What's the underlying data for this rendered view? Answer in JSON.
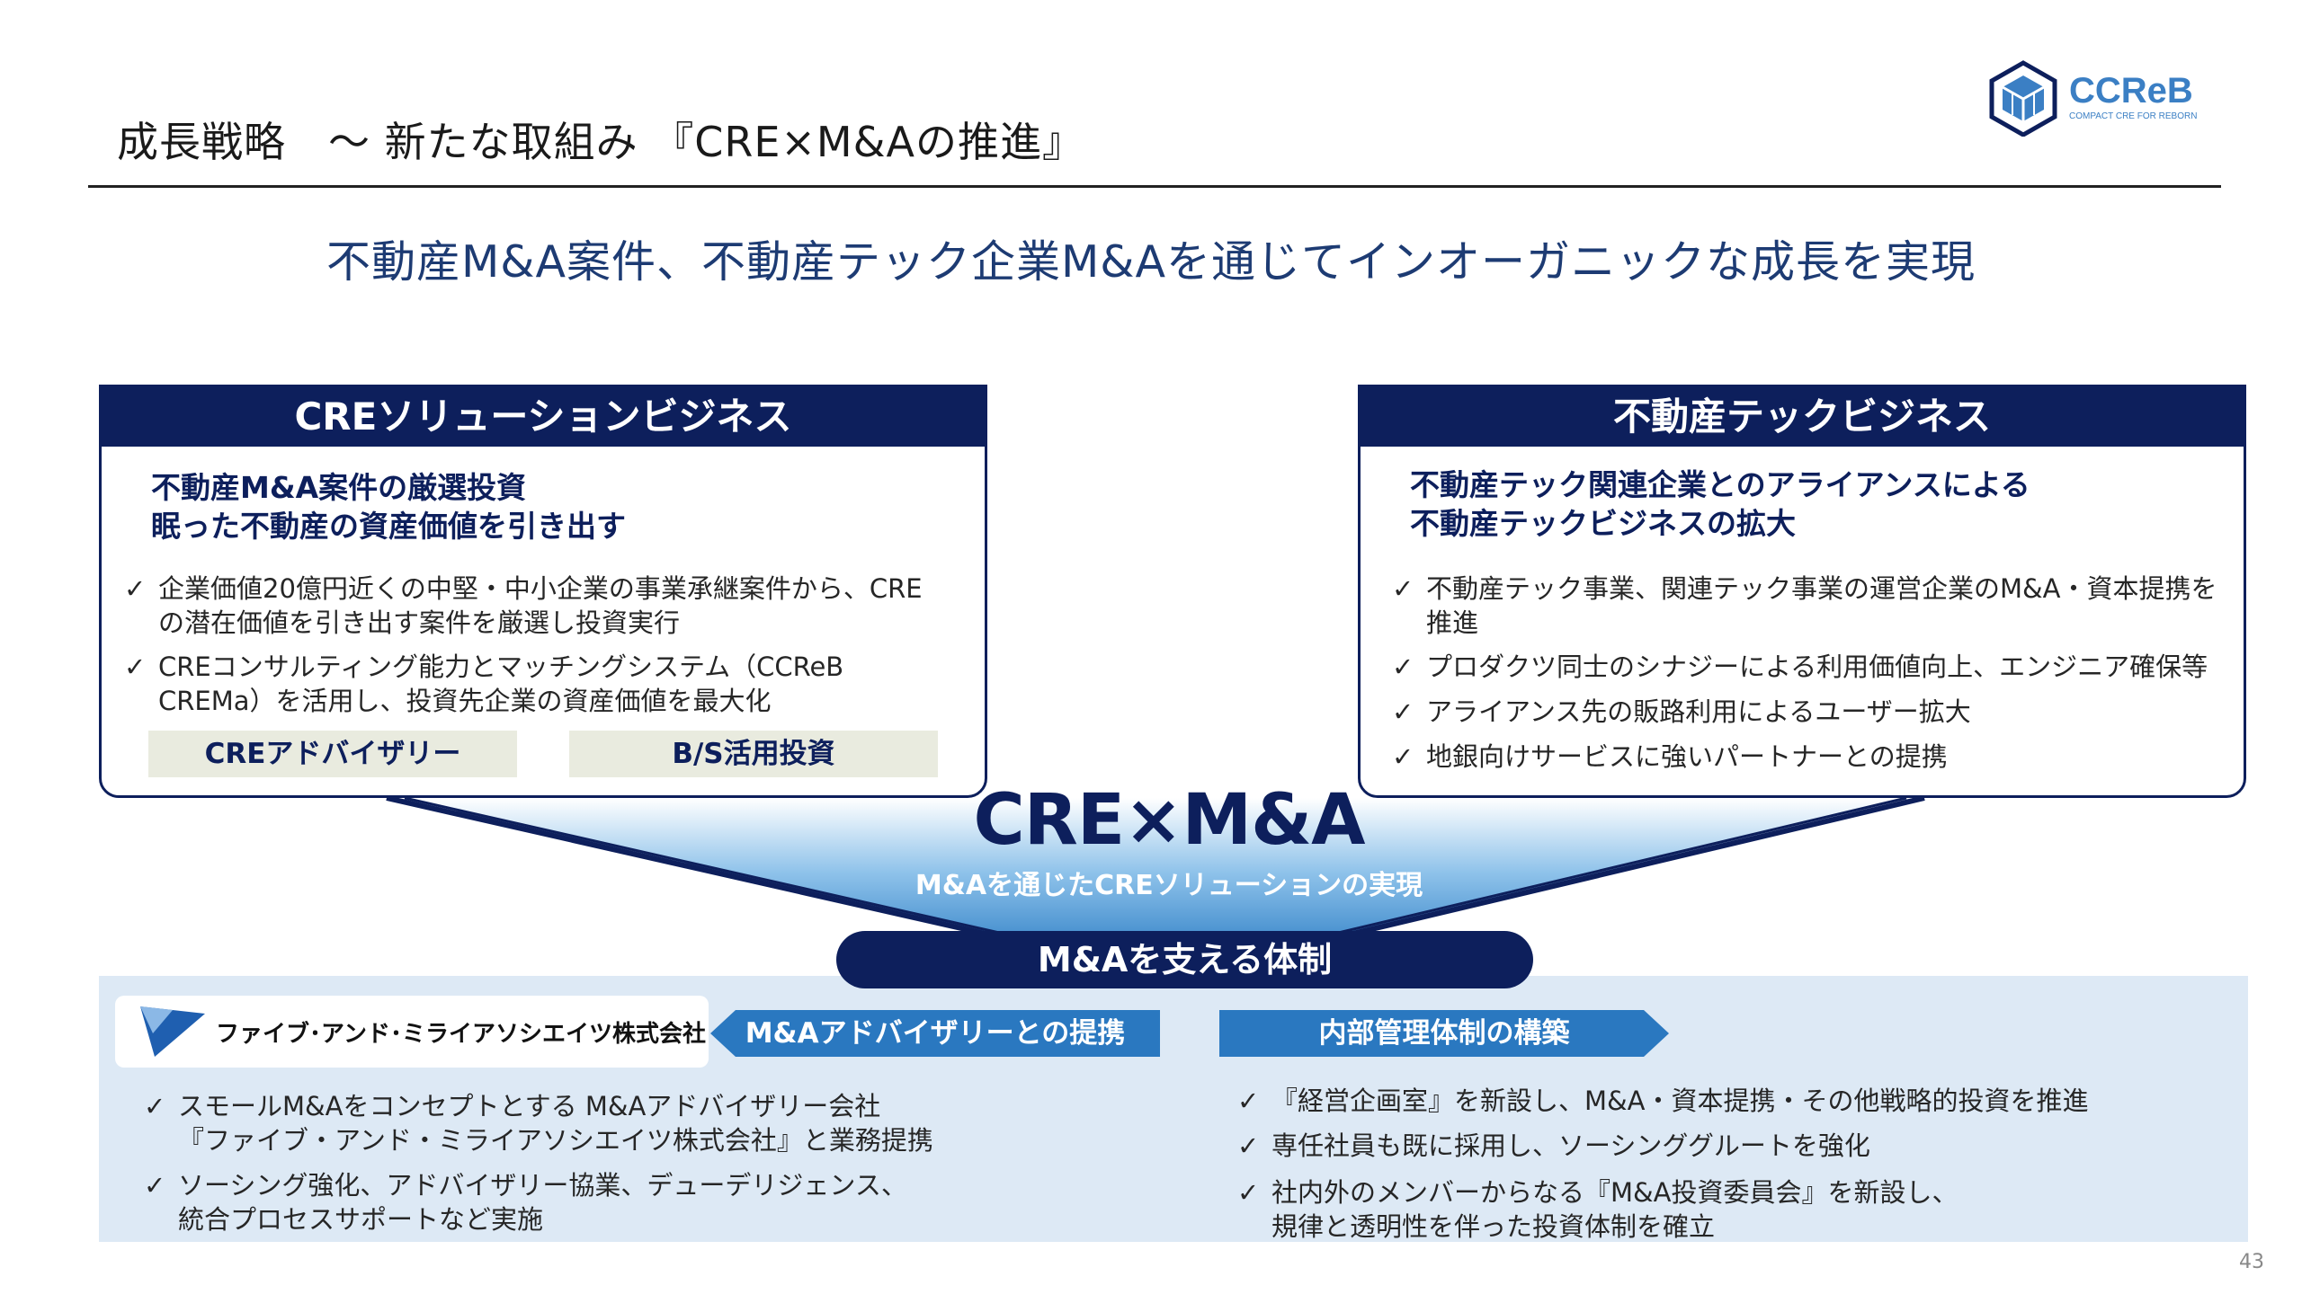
{
  "header": {
    "title": "成長戦略　～ 新たな取組み 『CRE×M&Aの推進』",
    "logo_text": "CCReB",
    "logo_tagline": "COMPACT CRE FOR REBORN"
  },
  "subtitle": "不動産M&A案件、不動産テック企業M&Aを通じてインオーガニックな成長を実現",
  "left_panel": {
    "heading": "CREソリューションビジネス",
    "lead": [
      "不動産M&A案件の厳選投資",
      "眠った不動産の資産価値を引き出す"
    ],
    "bullets": [
      [
        "企業価値20億円近くの中堅・中小企業の事業承継案件から、CRE",
        "の潜在価値を引き出す案件を厳選し投資実行"
      ],
      [
        "CREコンサルティング能力とマッチングシステム（CCReB",
        "CREMa）を活用し、投資先企業の資産価値を最大化"
      ]
    ],
    "tags": [
      "CREアドバイザリー",
      "B/S活用投資"
    ]
  },
  "right_panel": {
    "heading": "不動産テックビジネス",
    "lead": [
      "不動産テック関連企業とのアライアンスによる",
      "不動産テックビジネスの拡大"
    ],
    "bullets": [
      [
        "不動産テック事業、関連テック事業の運営企業のM&A・資本提携を",
        "推進"
      ],
      [
        "プロダクツ同士のシナジーによる利用価値向上、エンジニア確保等"
      ],
      [
        "アライアンス先の販路利用によるユーザー拡大"
      ],
      [
        "地銀向けサービスに強いパートナーとの提携"
      ]
    ]
  },
  "center": {
    "title": "CRE×M&A",
    "subtitle": "M&Aを通じたCREソリューションの実現"
  },
  "support": {
    "pill": "M&Aを支える体制",
    "partner_name": "ファイブ･アンド･ミライアソシエイツ株式会社",
    "left_tag": "M&Aアドバイザリーとの提携",
    "right_tag": "内部管理体制の構築",
    "left_bullets": [
      [
        "スモールM&Aをコンセプトとする M&Aアドバイザリー会社",
        "『ファイブ・アンド・ミライアソシエイツ株式会社』と業務提携"
      ],
      [
        "ソーシング強化、アドバイザリー協業、デューデリジェンス、",
        "統合プロセスサポートなど実施"
      ]
    ],
    "right_bullets": [
      [
        "『経営企画室』を新設し、M&A・資本提携・その他戦略的投資を推進"
      ],
      [
        "専任社員も既に採用し、ソーシンググルートを強化"
      ],
      [
        "社内外のメンバーからなる『M&A投資委員会』を新設し、",
        "規律と透明性を伴った投資体制を確立"
      ]
    ]
  },
  "check_glyph": "✓",
  "page_number": "43",
  "colors": {
    "navy": "#0d1f5c",
    "blue": "#2a78c0",
    "band": "#dde9f5",
    "tag_bg": "#e9ebdf"
  }
}
